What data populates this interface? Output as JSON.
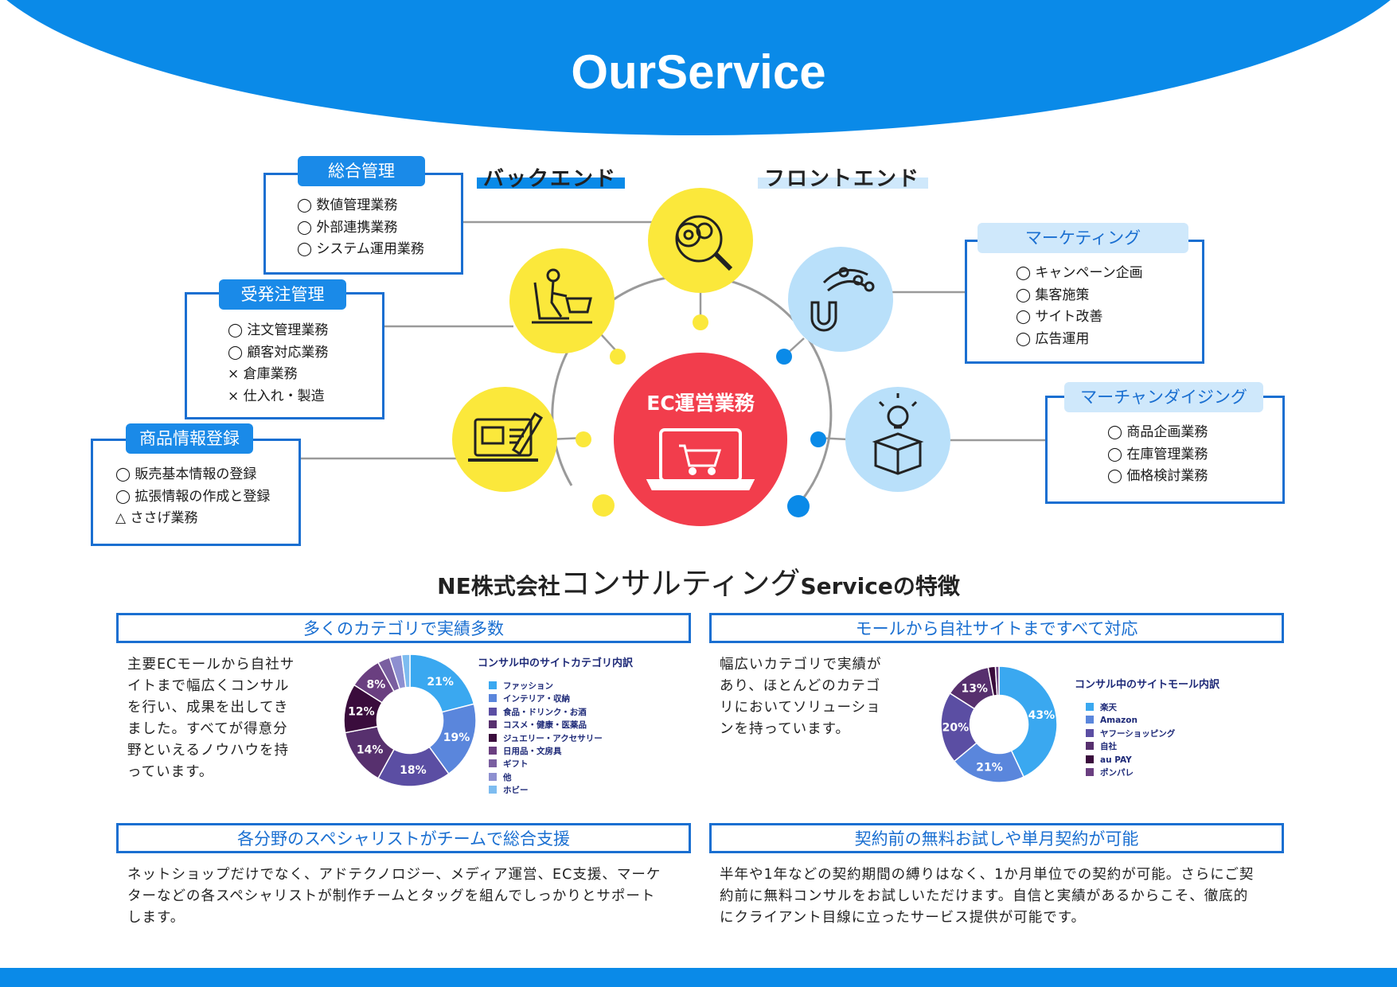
{
  "header": {
    "title": "OurService"
  },
  "diagram": {
    "center_label": "EC運営業務",
    "backend_label": "バックエンド",
    "frontend_label": "フロントエンド",
    "boxes": {
      "general": {
        "title": "総合管理",
        "items": [
          "◯ 数値管理業務",
          "◯ 外部連携業務",
          "◯ システム運用業務"
        ]
      },
      "orders": {
        "title": "受発注管理",
        "items": [
          "◯ 注文管理業務",
          "◯ 顧客対応業務",
          "× 倉庫業務",
          "× 仕入れ・製造"
        ]
      },
      "product": {
        "title": "商品情報登録",
        "items": [
          "◯ 販売基本情報の登録",
          "◯ 拡張情報の作成と登録",
          "△ ささげ業務"
        ]
      },
      "marketing": {
        "title": "マーケティング",
        "items": [
          "◯ キャンペーン企画",
          "◯ 集客施策",
          "◯ サイト改善",
          "◯ 広告運用"
        ]
      },
      "merch": {
        "title": "マーチャンダイジング",
        "items": [
          "◯ 商品企画業務",
          "◯ 在庫管理業務",
          "◯ 価格検討業務"
        ]
      }
    },
    "icons": {
      "gears": "gear-search-icon",
      "shopper": "shopper-cart-icon",
      "laptop_edit": "laptop-pencil-icon",
      "magnet": "magnet-people-icon",
      "idea": "lightbulb-box-icon",
      "center": "laptop-cart-icon"
    },
    "colors": {
      "backend": "#fbe83b",
      "frontend": "#b9e0fa",
      "center": "#f23d4c",
      "accent": "#0a8ae8"
    }
  },
  "features": {
    "title_prefix": "NE株式会社",
    "title_big": "コンサルティング",
    "title_suffix": "Serviceの特徴",
    "f1": {
      "heading": "多くのカテゴリで実績多数",
      "text_lines": [
        "主要ECモールから自社サ",
        "イトまで幅広くコンサル",
        "を行い、成果を出してき",
        "ました。すべてが得意分",
        "野といえるノウハウを持",
        "っています。"
      ]
    },
    "f2": {
      "heading": "モールから自社サイトまですべて対応",
      "text_lines": [
        "幅広いカテゴリで実績が",
        "あり、ほとんどのカテゴ",
        "リにおいてソリューショ",
        "ンを持っています。"
      ]
    },
    "f3": {
      "heading": "各分野のスペシャリストがチームで総合支援",
      "text_lines": [
        "ネットショップだけでなく、アドテクノロジー、メディア運営、EC支援、マーケ",
        "ターなどの各スペシャリストが制作チームとタッグを組んでしっかりとサポート",
        "します。"
      ]
    },
    "f4": {
      "heading": "契約前の無料お試しや単月契約が可能",
      "text_lines": [
        "半年や1年などの契約期間の縛りはなく、1か月単位での契約が可能。さらにご契",
        "約前に無料コンサルをお試しいただけます。自信と実績があるからこそ、徹底的",
        "にクライアント目線に立ったサービス提供が可能です。"
      ]
    }
  },
  "chart_data": [
    {
      "type": "pie",
      "donut": true,
      "title": "コンサル中のサイトカテゴリ内訳",
      "categories": [
        "ファッション",
        "インテリア・収納",
        "食品・ドリンク・お酒",
        "コスメ・健康・医薬品",
        "ジュエリー・アクセサリー",
        "日用品・文房具",
        "ギフト",
        "他",
        "ホビー"
      ],
      "values": [
        21,
        19,
        18,
        14,
        12,
        8,
        3,
        3,
        2
      ],
      "labels": [
        "21%",
        "19%",
        "18%",
        "14%",
        "12%",
        "8%",
        "",
        "",
        ""
      ],
      "colors": [
        "#3aa8f0",
        "#5a86dc",
        "#5b4ea3",
        "#57306e",
        "#3a0c3c",
        "#6a3f80",
        "#7a5fa0",
        "#8d8fd0",
        "#7dbcf0"
      ],
      "legend": "right"
    },
    {
      "type": "pie",
      "donut": true,
      "title": "コンサル中のサイトモール内訳",
      "categories": [
        "楽天",
        "Amazon",
        "ヤフーショッピング",
        "自社",
        "au PAY",
        "ポンパレ"
      ],
      "values": [
        43,
        21,
        20,
        13,
        2,
        1
      ],
      "labels": [
        "43%",
        "21%",
        "20%",
        "13%",
        "",
        ""
      ],
      "colors": [
        "#3aa8f0",
        "#5a86dc",
        "#5b4ea3",
        "#57306e",
        "#3a0c3c",
        "#6a3f80"
      ],
      "legend": "right"
    }
  ]
}
